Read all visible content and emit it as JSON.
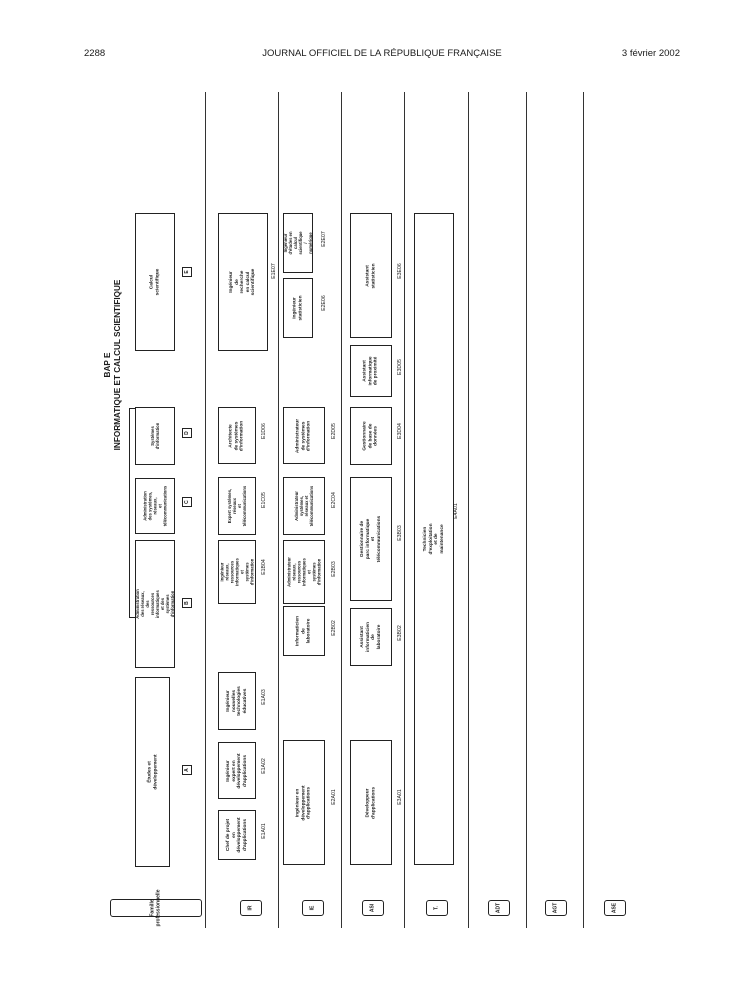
{
  "header": {
    "page_number": "2288",
    "journal_title": "JOURNAL OFFICIEL DE LA RÉPUBLIQUE FRANÇAISE",
    "date": "3 février 2002"
  },
  "bap": {
    "line1": "BAP E",
    "line2": "INFORMATIQUE ET CALCUL SCIENTIFIQUE"
  },
  "categories": [
    {
      "label": "Famille\nprofessionnelle"
    },
    {
      "label": "IR"
    },
    {
      "label": "IE"
    },
    {
      "label": "ASI"
    },
    {
      "label": "T."
    },
    {
      "label": "ADT"
    },
    {
      "label": "AGT"
    },
    {
      "label": "ASE"
    }
  ],
  "families": [
    {
      "letter": "A",
      "label": "Études et développement"
    },
    {
      "letter": "B",
      "label": "Administration des réseaux,\ndes ressources informatiques\net des systèmes d'information"
    },
    {
      "letter": "C",
      "label": "Administration\ndes systèmes,\nréseaux,\net télécommunications"
    },
    {
      "letter": "D",
      "label": "Systèmes\nd'information"
    },
    {
      "letter": "E",
      "label": "Calcul\nscientifique"
    }
  ],
  "ir": [
    {
      "label": "Chef de projet en\ndéveloppement\nd'applications",
      "code": "E1A01"
    },
    {
      "label": "Ingénieur\nexpert en\ndéveloppement\nd'applications",
      "code": "E1A02"
    },
    {
      "label": "Ingénieur nouvelles\ntechnologies\néducatives",
      "code": "E1A03"
    },
    {
      "label": "Ingénieur\nréseaux, ressources\ninformatiques et\nsystèmes d'information",
      "code": "E1B04"
    },
    {
      "label": "Expert systèmes,\nréseaux\net télécommunications",
      "code": "E1C05"
    },
    {
      "label": "Architecte\nde systèmes\nd'information",
      "code": "E1D06"
    },
    {
      "label": "Ingénieur de recherche\nen calcul scientifique",
      "code": "E1E07"
    }
  ],
  "ie": [
    {
      "label": "Ingénieur en\ndéveloppement\nd'applications",
      "code": "E2A01"
    },
    {
      "label": "Informaticien\nde laboratoire",
      "code": "E2B02"
    },
    {
      "label": "Administrateur\nréseaux, ressources\ninformatiques et\nsystèmes d'information",
      "code": "E2B03"
    },
    {
      "label": "Administrateur\nsystèmes,\nréseaux et\ntélécommunications",
      "code": "E2C04"
    },
    {
      "label": "Administrateur\nde systèmes\nd'information",
      "code": "E2D05"
    },
    {
      "label": "Ingénieur\nstatisticien",
      "code": "E2E06"
    },
    {
      "label": "Ingénieur\nd'études en\ncalcul scientifique\n/ numérique",
      "code": "E2E07"
    }
  ],
  "asi": [
    {
      "label": "Développeur\nd'applications",
      "code": "E3A01"
    },
    {
      "label": "Assistant\ninformaticien\nde laboratoire",
      "code": "E3B02"
    },
    {
      "label": "Gestionnaire de parc informatique\net télécommunications",
      "code": "E3B03"
    },
    {
      "label": "Gestionnaire\nde base de données",
      "code": "E3D04"
    },
    {
      "label": "Assistant\ninformatique\nde proximité",
      "code": "E3D05"
    },
    {
      "label": "Assistant statisticien",
      "code": "E3E06"
    }
  ],
  "tech": {
    "label": "Technicien d'exploitation et de maintenance",
    "code": "E4A01"
  }
}
